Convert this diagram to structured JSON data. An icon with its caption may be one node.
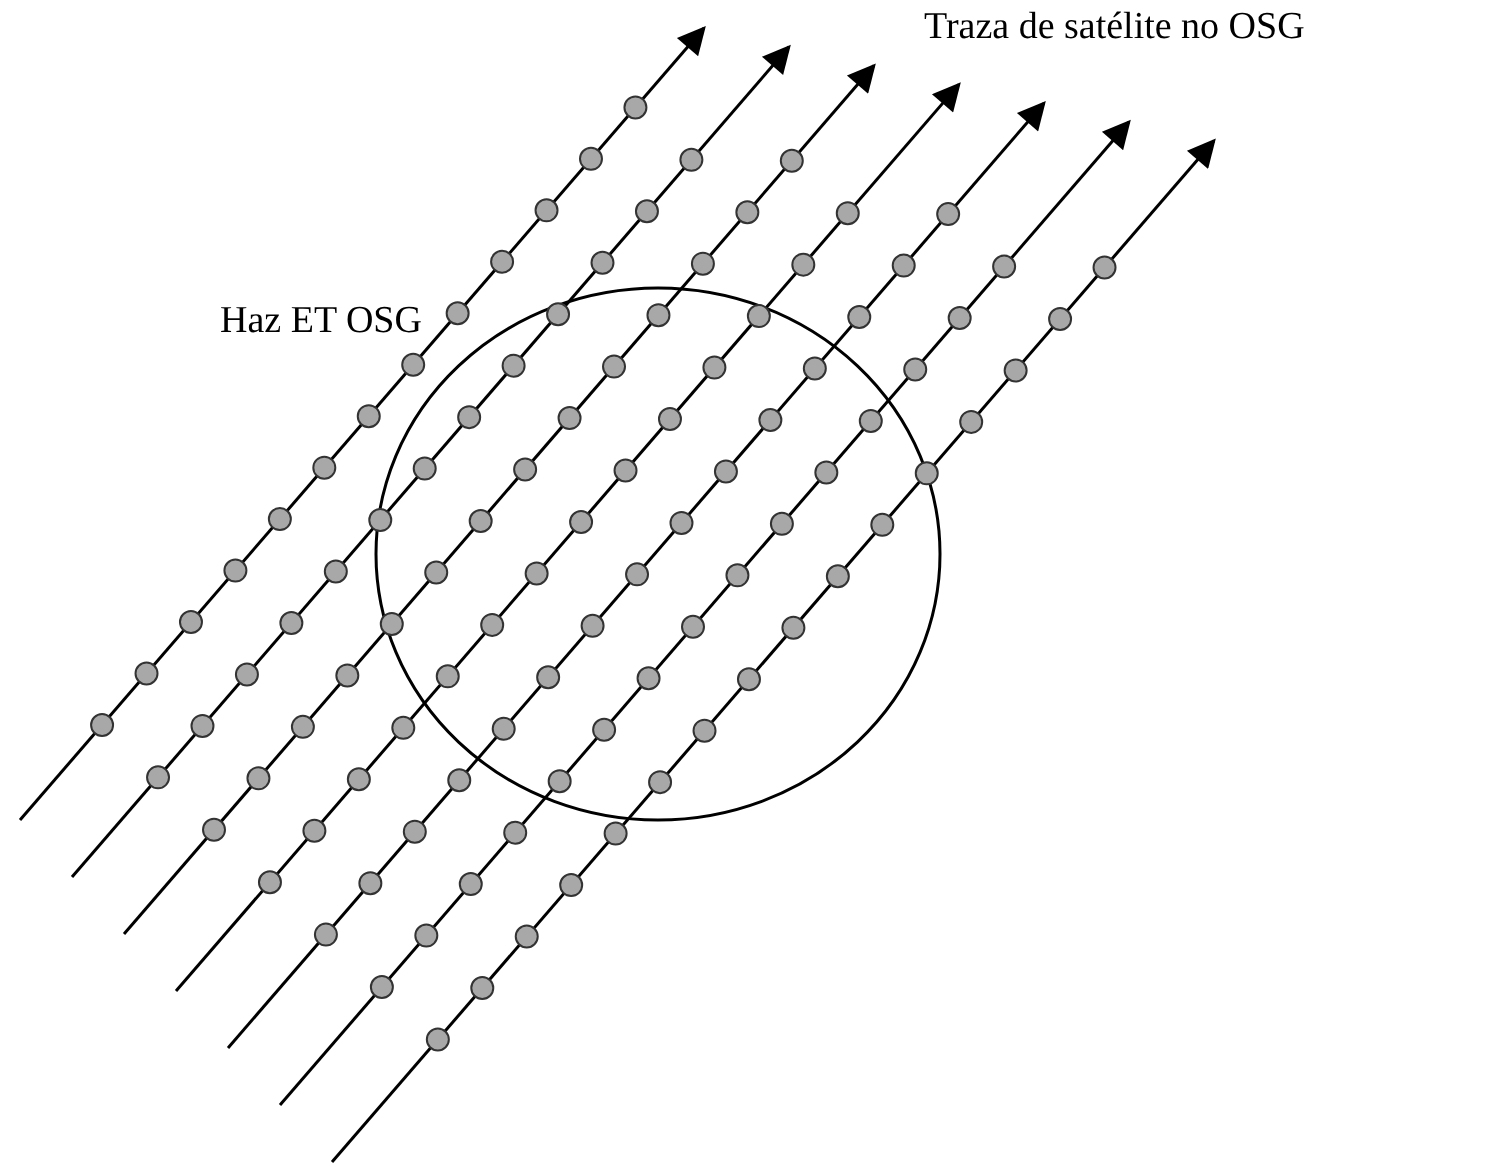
{
  "diagram": {
    "nodes": [
      {
        "text": [],
        "shape": "circle"
      }
    ],
    "labels": [
      "Traza de satélite no OSG",
      "Haz ET OSG"
    ]
  }
}
